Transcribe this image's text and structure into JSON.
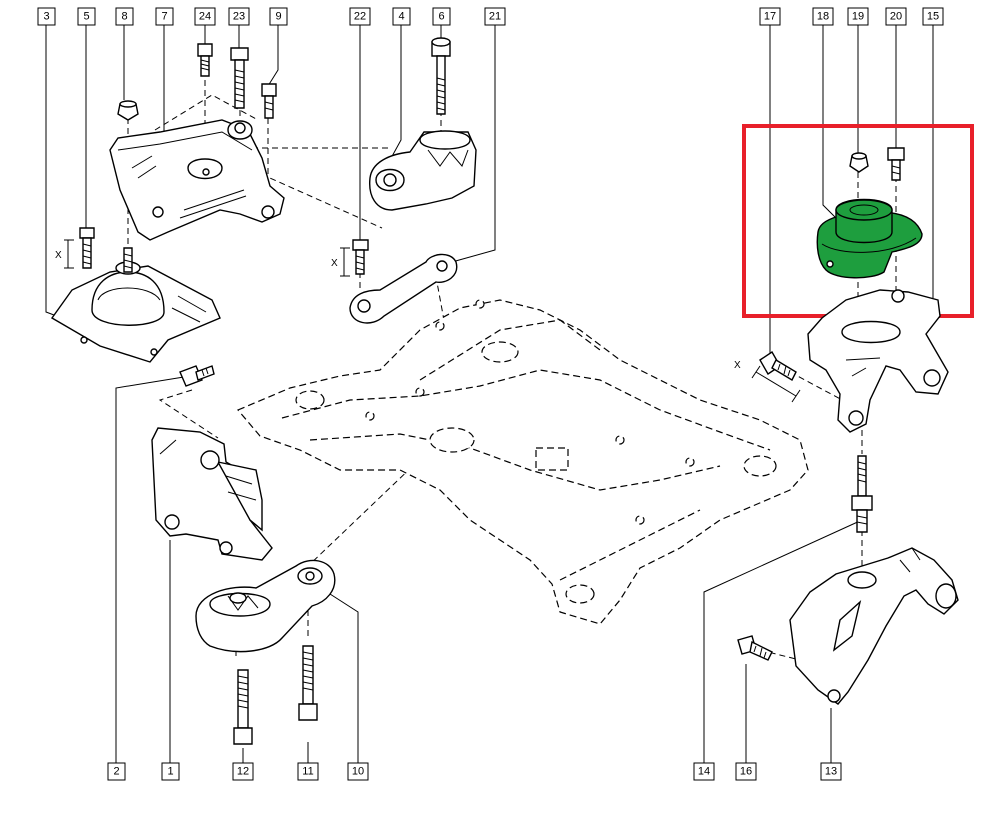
{
  "callouts_top": [
    "3",
    "5",
    "8",
    "7",
    "24",
    "23",
    "9",
    "22",
    "4",
    "6",
    "21",
    "17",
    "18",
    "19",
    "20",
    "15"
  ],
  "callouts_bottom": [
    "2",
    "1",
    "12",
    "11",
    "10",
    "14",
    "16",
    "13"
  ],
  "dimension_labels": {
    "x1": "X",
    "x2": "X",
    "x3": "X"
  },
  "colors": {
    "highlight_box": "#e8202a",
    "highlight_part": "#1e9e3e",
    "line": "#000000"
  }
}
